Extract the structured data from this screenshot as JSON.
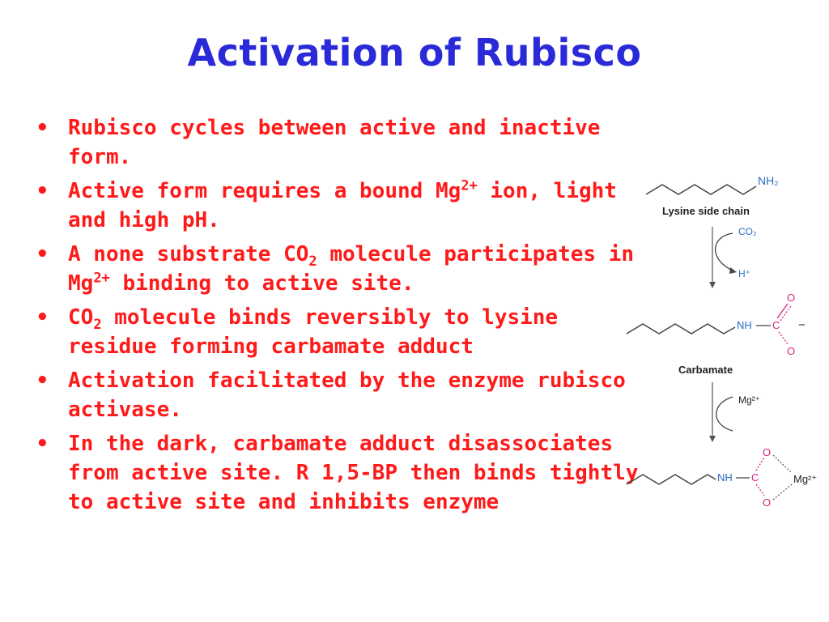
{
  "slide": {
    "title": "Activation of Rubisco",
    "bullets": [
      {
        "parts": [
          "Rubisco cycles between active and inactive form."
        ]
      },
      {
        "parts": [
          "Active form requires a bound Mg",
          "2+",
          " ion, light and high pH."
        ]
      },
      {
        "parts": [
          "A none substrate CO",
          "2",
          " molecule participates in Mg",
          "2+",
          " binding to active site."
        ]
      },
      {
        "parts": [
          "CO",
          "2",
          " molecule binds reversibly to lysine residue forming carbamate adduct"
        ]
      },
      {
        "parts": [
          "Activation facilitated by the enzyme rubisco activase."
        ]
      },
      {
        "parts": [
          "In the dark, carbamate adduct disassociates from active site. R 1,5-BP then binds tightly to active site and inhibits enzyme"
        ]
      }
    ],
    "bullet_marker": "•"
  },
  "diagram": {
    "lysine": {
      "group": "NH₂",
      "label": "Lysine side chain"
    },
    "step1": {
      "reagent": "CO₂",
      "product": "H⁺"
    },
    "carbamate": {
      "nh": "NH",
      "c": "C",
      "o_top": "O",
      "o_bottom": "O",
      "charge": "−",
      "label": "Carbamate"
    },
    "step2": {
      "reagent": "Mg²⁺"
    },
    "complex": {
      "nh": "NH",
      "c": "C",
      "o_top": "O",
      "o_bottom": "O",
      "metal": "Mg²⁺"
    }
  },
  "colors": {
    "title": "#2a2ad8",
    "bullet_text": "#ff1a1a",
    "amine": "#2b6cc4",
    "oxygen": "#d6247a",
    "bonds": "#444444"
  }
}
